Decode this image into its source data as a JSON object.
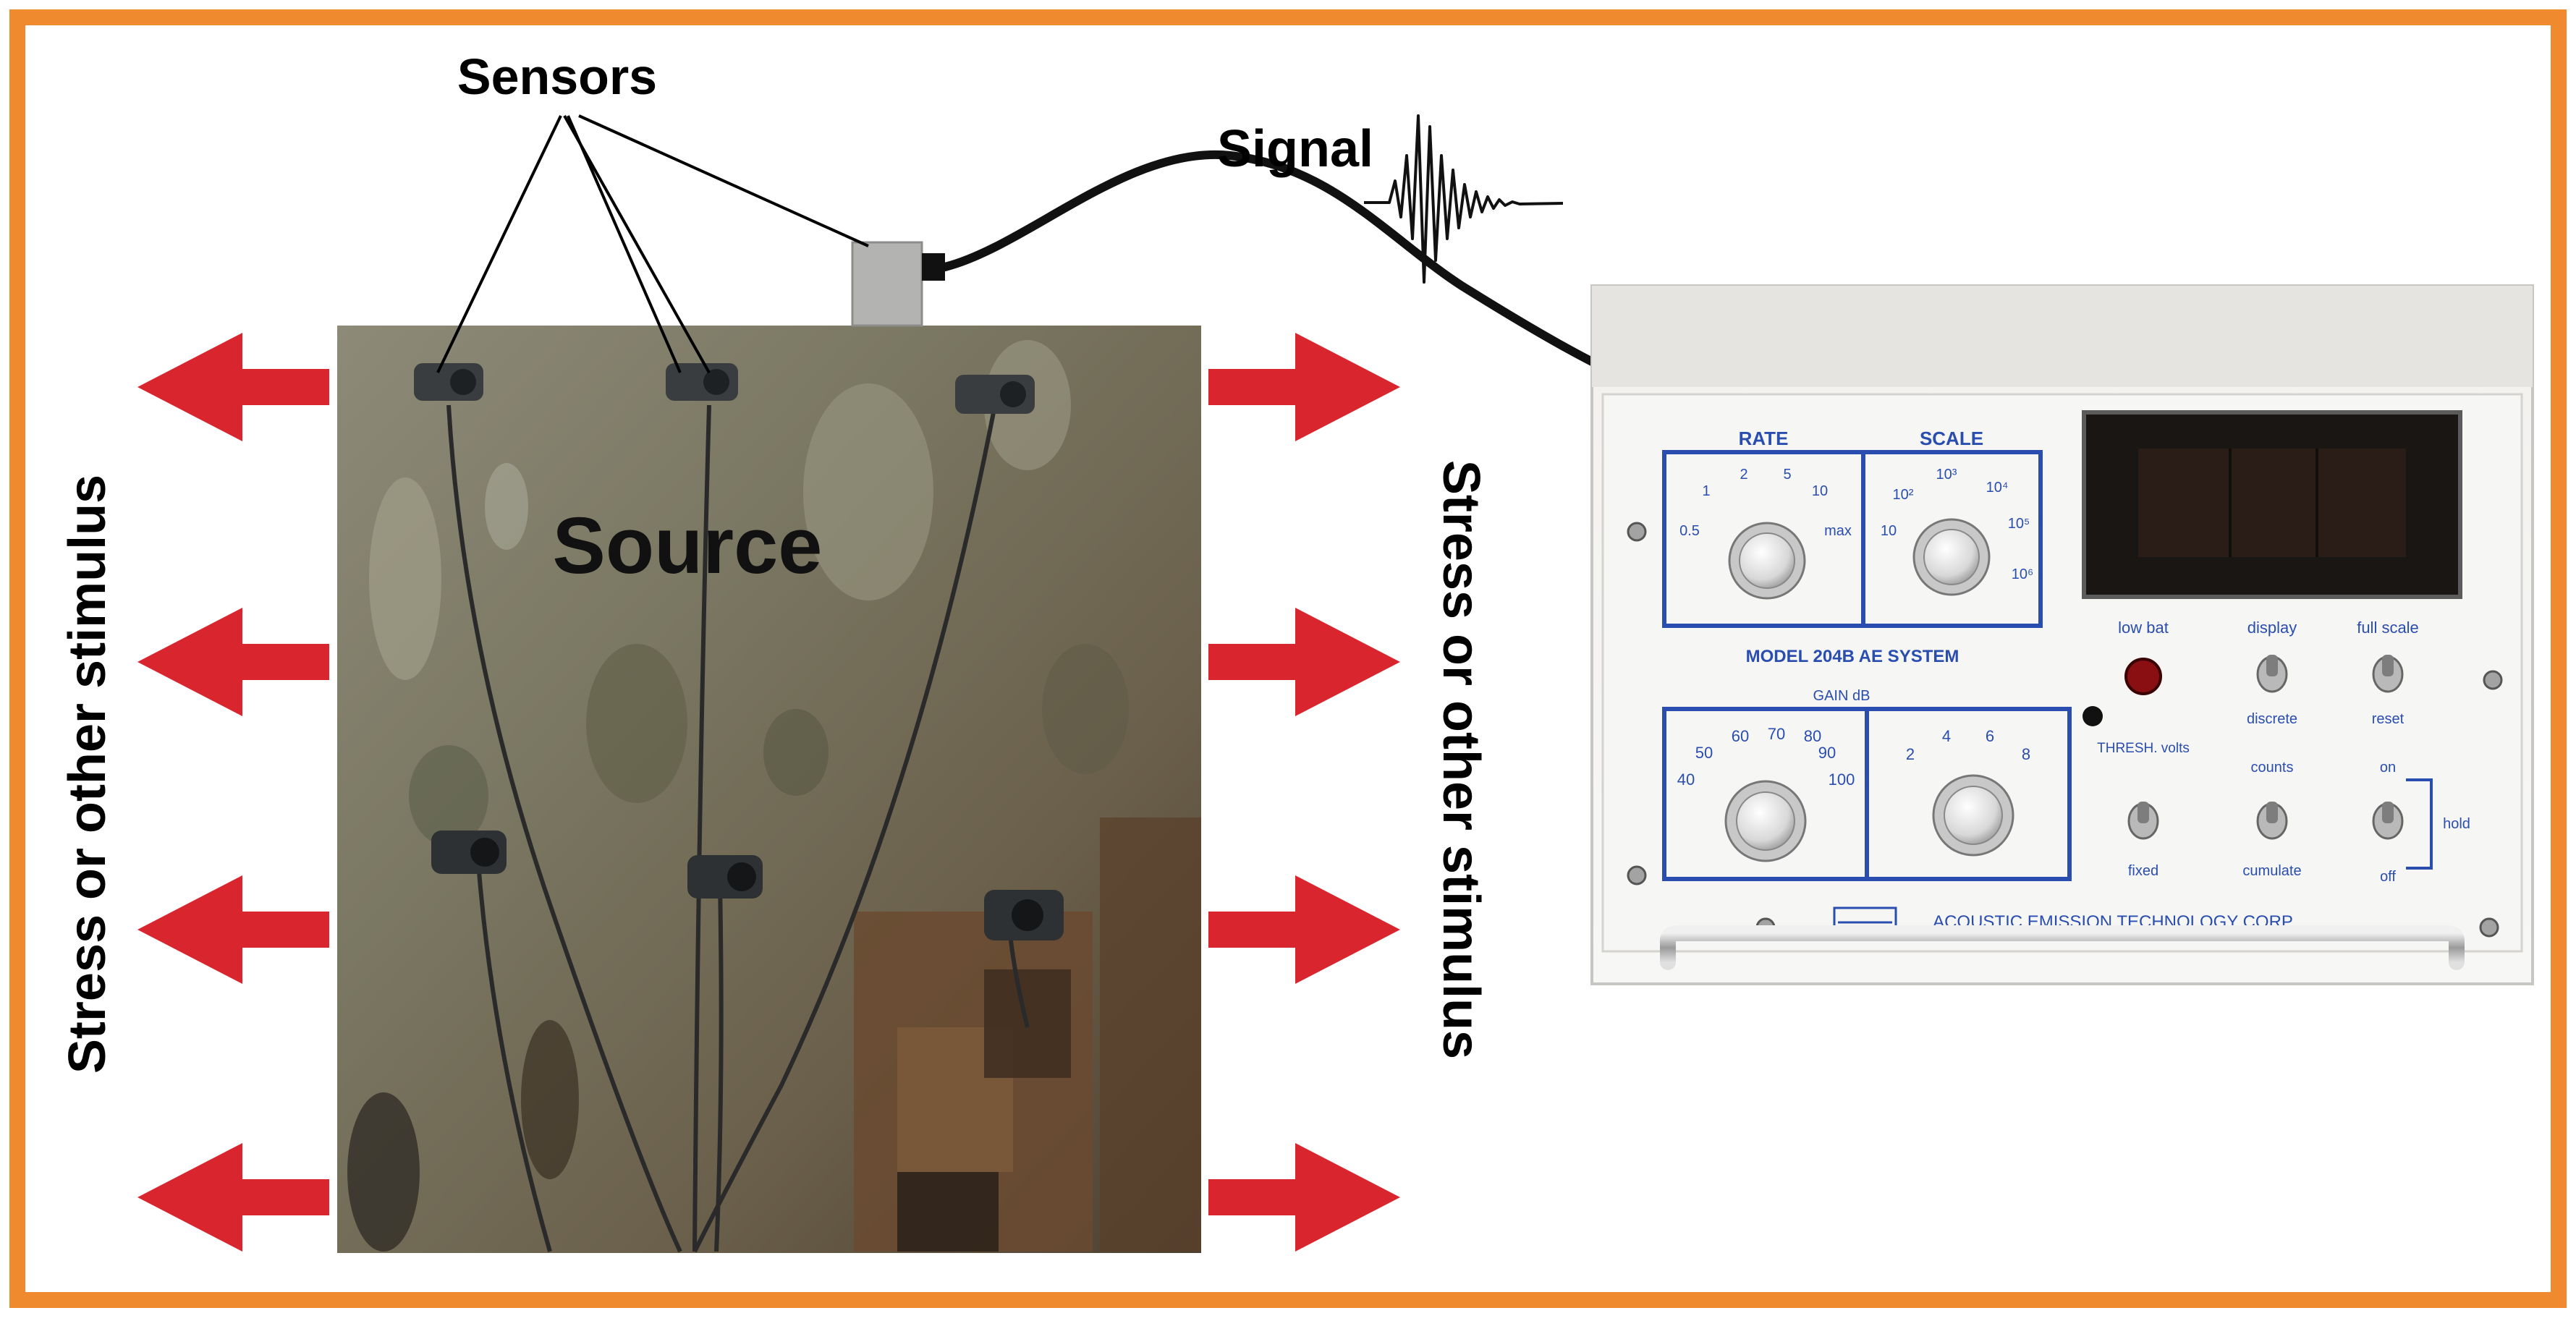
{
  "labels": {
    "sensors": "Sensors",
    "signal": "Signal",
    "source": "Source",
    "stimulus_left": "Stress or other stimulus",
    "stimulus_right": "Stress or other stimulus"
  },
  "instrument": {
    "rate_label": "RATE",
    "scale_label": "SCALE",
    "model": "MODEL 204B AE SYSTEM",
    "gain_label": "GAIN dB",
    "low_bat": "low bat",
    "display_label": "display",
    "full_scale": "full scale",
    "display_switch_bottom": "discrete",
    "full_scale_bottom": "reset",
    "thresh": "THRESH. volts",
    "counts": "counts",
    "fixed": "fixed",
    "cumulative": "cumulate",
    "on": "on",
    "off": "off",
    "hold": "hold",
    "manufacturer": "ACOUSTIC EMISSION TECHNOLOGY CORP",
    "gain_ticks": [
      "40",
      "50",
      "60",
      "70",
      "80",
      "90",
      "100"
    ],
    "rate_ticks": [
      "0.5",
      "1",
      "2",
      "5",
      "10",
      "max"
    ],
    "scale_ticks": [
      "10",
      "10²",
      "10³",
      "10⁴",
      "10⁵",
      "10⁶"
    ],
    "thresh_ticks": [
      "2",
      "4",
      "6",
      "8"
    ]
  },
  "colors": {
    "frame": "#f08a2e",
    "arrow": "#d9262e",
    "panel_ink": "#2a4db0",
    "plate": "#6f6a58"
  }
}
